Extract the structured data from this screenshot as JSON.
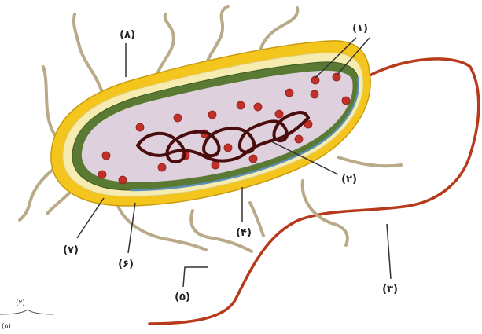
{
  "labels": {
    "l1": "(۱)",
    "l2": "(۲)",
    "l3": "(۳)",
    "l4": "(۴)",
    "l5": "(۵)",
    "l6": "(۶)",
    "l7": "(۷)",
    "l8": "(۸)"
  },
  "corner": {
    "line1": "(۲)",
    "line2": "(۵)"
  },
  "colors": {
    "capsule": "#f4c51c",
    "cell_wall": "#f7ecb0",
    "membrane": "#5a7a34",
    "cytoplasm": "#ded0dc",
    "ribosome": "#c2302a",
    "dna": "#4a0d0d",
    "flagellum": "#b83a1c",
    "pili": "#b9ab8a"
  }
}
